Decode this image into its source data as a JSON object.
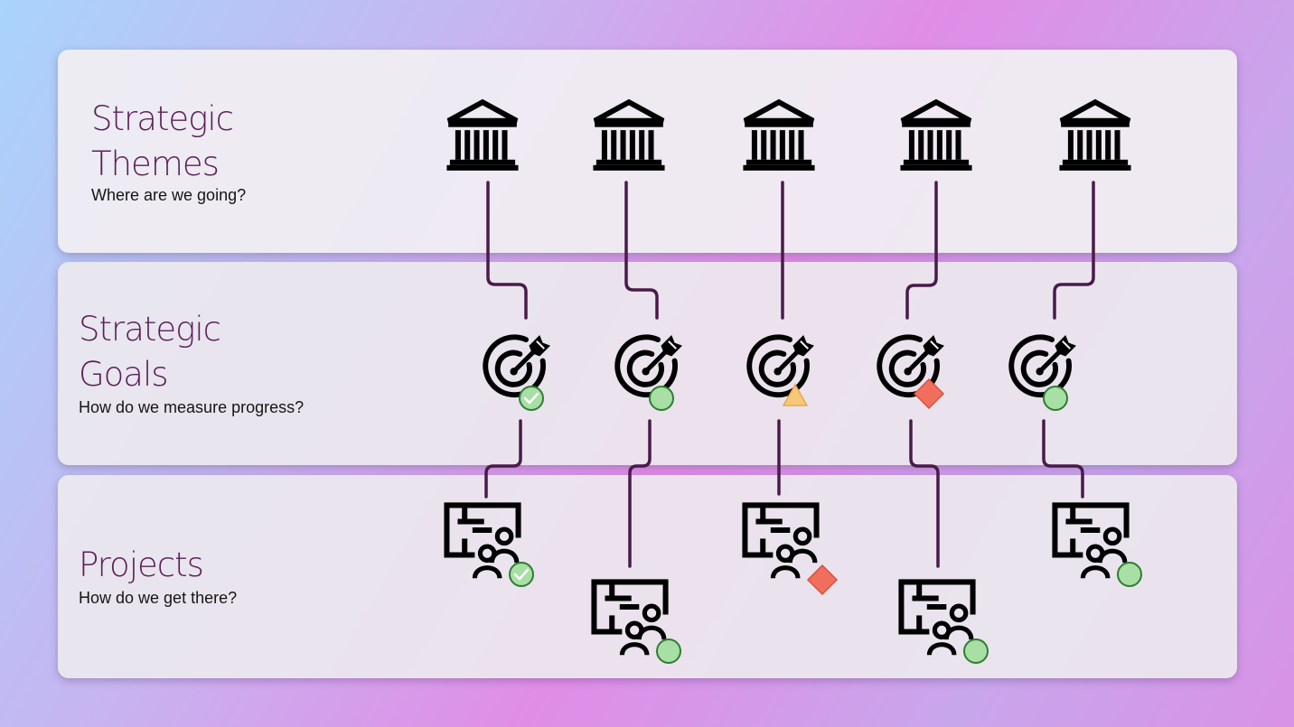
{
  "layers": {
    "themes": {
      "title_line1": "Strategic",
      "title_line2": "Themes",
      "subtitle": "Where are we going?"
    },
    "goals": {
      "title_line1": "Strategic",
      "title_line2": "Goals",
      "subtitle": "How do we measure progress?"
    },
    "projects": {
      "title": "Projects",
      "subtitle": "How do we get there?"
    }
  },
  "icons": {
    "theme": "institution-building-icon",
    "goal": "target-dart-icon",
    "project": "project-board-team-icon"
  },
  "themes": [
    {
      "id": 1
    },
    {
      "id": 2
    },
    {
      "id": 3
    },
    {
      "id": 4
    },
    {
      "id": 5
    }
  ],
  "goals": [
    {
      "theme": 1,
      "status": "complete"
    },
    {
      "theme": 2,
      "status": "on-track"
    },
    {
      "theme": 3,
      "status": "at-risk"
    },
    {
      "theme": 4,
      "status": "off-track"
    },
    {
      "theme": 5,
      "status": "on-track"
    }
  ],
  "projects": [
    {
      "goal": 1,
      "status": "complete"
    },
    {
      "goal": 2,
      "status": "on-track"
    },
    {
      "goal": 3,
      "status": "off-track"
    },
    {
      "goal": 4,
      "status": "on-track"
    },
    {
      "goal": 5,
      "status": "on-track"
    }
  ],
  "status_colors": {
    "complete": "#a8dfa5",
    "on-track": "#a8dfa5",
    "at-risk": "#f7c878",
    "off-track": "#f06f5c"
  },
  "connector_color": "#4a1a4a"
}
